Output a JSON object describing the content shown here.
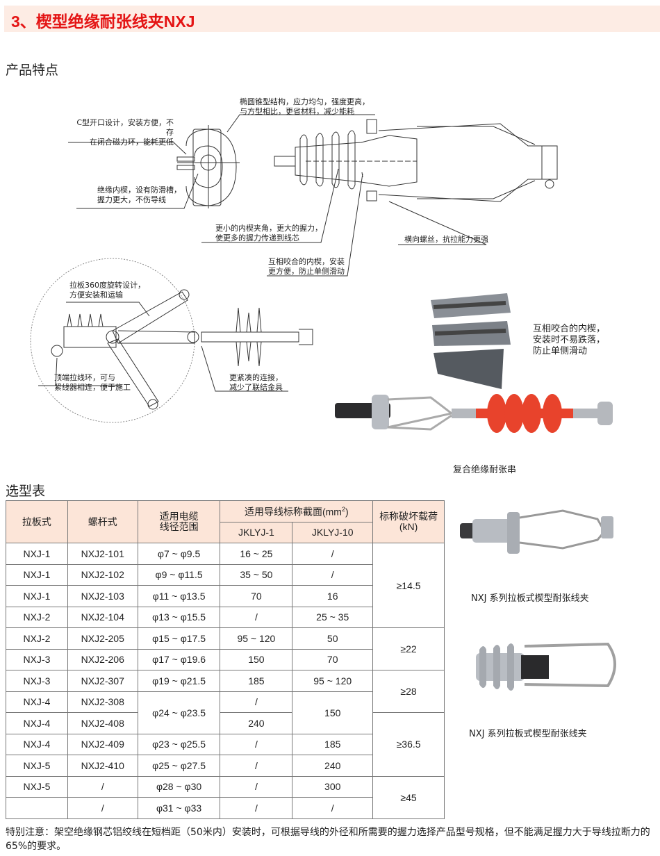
{
  "title": "3、楔型绝缘耐张线夹NXJ",
  "features_heading": "产品特点",
  "annotations": {
    "c_open": [
      "C型开口设计，安装方便，不存",
      "在闭合磁力环，能耗更低"
    ],
    "ellipse": [
      "椭圆锥型结构，应力均匀，强度更高，",
      "与方型相比，更省材料，减少能耗"
    ],
    "insulated_wedge": [
      "绝缘内楔，设有防滑槽，",
      "握力更大，不伤导线"
    ],
    "smaller_angle": [
      "更小的内楔夹角，更大的握力，",
      "使更多的握力传递到线芯"
    ],
    "transverse_bolt": [
      "横向螺丝，抗拉能力更强"
    ],
    "interlock": [
      "互相咬合的内楔，安装",
      "更方便，防止单侧滑动"
    ],
    "rotate": [
      "拉板360度旋转设计，",
      "方便安装和运输"
    ],
    "top_ring": [
      "顶端拉线环，可与",
      "紧线器相连，便于施工"
    ],
    "compact": [
      "更紧凑的连接，",
      "减少了联结金具"
    ],
    "photo_wedge": [
      "互相咬合的内楔，",
      "安装时不易跌落，",
      "防止单侧滑动"
    ]
  },
  "photo_caption": "复合绝缘耐张串",
  "selection_heading": "选型表",
  "table": {
    "headers": {
      "plate": "拉板式",
      "screw": "螺杆式",
      "range": [
        "适用电缆",
        "线径范围"
      ],
      "section": "适用导线标称截面(mm",
      "section_sup": "2",
      "section_close": ")",
      "jk1": "JKLYJ-1",
      "jk10": "JKLYJ-10",
      "load": [
        "标称破坏载荷",
        "(kN)"
      ]
    },
    "rows": [
      [
        "NXJ-1",
        "NXJ2-101",
        "φ7 ~ φ9.5",
        "16 ~ 25",
        "/"
      ],
      [
        "NXJ-1",
        "NXJ2-102",
        "φ9 ~ φ11.5",
        "35 ~ 50",
        "/"
      ],
      [
        "NXJ-1",
        "NXJ2-103",
        "φ11 ~ φ13.5",
        "70",
        "16"
      ],
      [
        "NXJ-2",
        "NXJ2-104",
        "φ13 ~ φ15.5",
        "/",
        "25 ~ 35"
      ],
      [
        "NXJ-2",
        "NXJ2-205",
        "φ15 ~ φ17.5",
        "95 ~ 120",
        "50"
      ],
      [
        "NXJ-3",
        "NXJ2-206",
        "φ17 ~ φ19.6",
        "150",
        "70"
      ],
      [
        "NXJ-3",
        "NXJ2-307",
        "φ19 ~ φ21.5",
        "185",
        "95 ~ 120"
      ],
      [
        "NXJ-4",
        "NXJ2-308",
        "φ24 ~ φ23.5",
        "/",
        "150"
      ],
      [
        "NXJ-4",
        "NXJ2-408",
        "",
        "240",
        ""
      ],
      [
        "NXJ-4",
        "NXJ2-409",
        "φ23 ~ φ25.5",
        "/",
        "185"
      ],
      [
        "NXJ-5",
        "NXJ2-410",
        "φ25 ~ φ27.5",
        "/",
        "240"
      ],
      [
        "NXJ-5",
        "/",
        "φ28 ~ φ30",
        "/",
        "300"
      ],
      [
        "",
        "/",
        "φ31 ~ φ33",
        "/",
        "/"
      ]
    ],
    "loads": [
      "≥14.5",
      "≥22",
      "≥28",
      "≥36.5",
      "≥45"
    ]
  },
  "product_captions": [
    "NXJ 系列拉板式楔型耐张线夹",
    "NXJ 系列拉板式楔型耐张线夹"
  ],
  "footnote": "特别注意：架空绝缘钢芯铝绞线在短档距（50米内）安装时，可根据导线的外径和所需要的握力选择产品型号规格，但不能满足握力大于导线拉断力的65%的要求。",
  "colors": {
    "title": "#e41414",
    "title_bg": "#fdece4",
    "header_bg": "#fce5d8",
    "insulator": "#e8432c"
  }
}
